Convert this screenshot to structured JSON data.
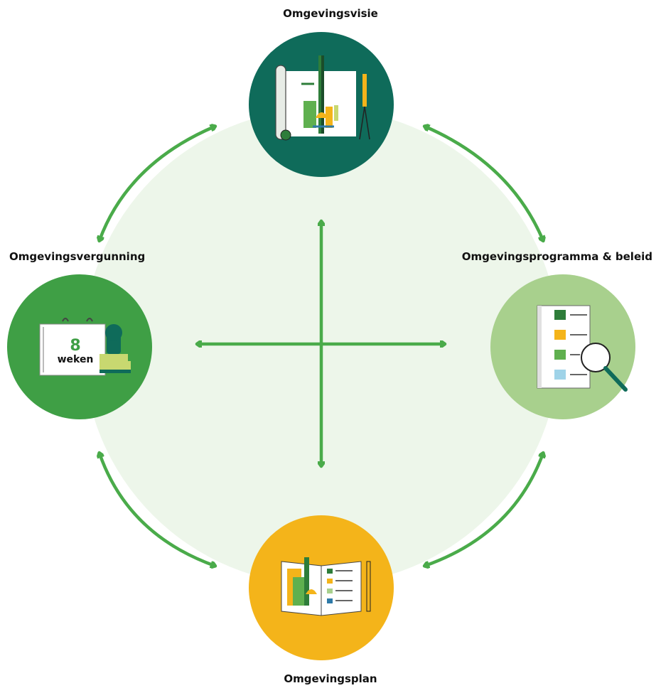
{
  "nodes": {
    "top": {
      "label": "Omgevingsvisie",
      "icon": "vision-map-drawing-icon",
      "color": "#0f6b5a"
    },
    "left": {
      "label": "Omgevingsvergunning",
      "icon": "calendar-stamp-icon",
      "color": "#3f9f45"
    },
    "right": {
      "label": "Omgevingsprogramma & beleid",
      "icon": "checklist-magnifier-icon",
      "color": "#a8d08d"
    },
    "bottom": {
      "label": "Omgevingsplan",
      "icon": "open-book-plan-icon",
      "color": "#f4b41a"
    }
  },
  "calendar": {
    "number": "8",
    "unit": "weken"
  },
  "colors": {
    "background_circle": "#edf6ea",
    "arrow": "#4aab4a"
  }
}
